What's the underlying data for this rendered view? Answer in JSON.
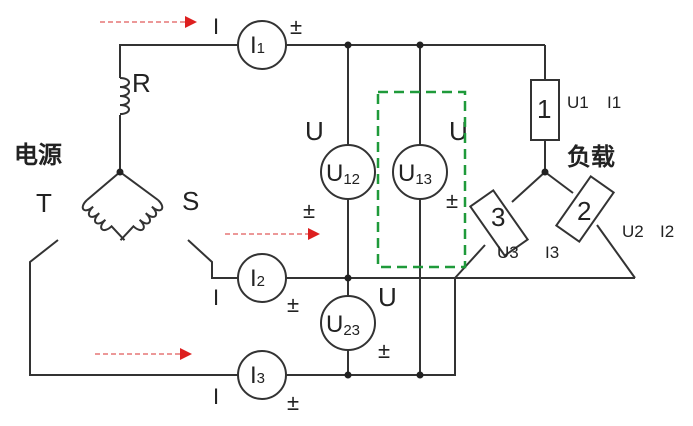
{
  "source": {
    "title": "电源",
    "phases": [
      "R",
      "S",
      "T"
    ]
  },
  "load": {
    "title": "负载",
    "elements": [
      {
        "number": "1",
        "label_u": "U1",
        "label_i": "I1"
      },
      {
        "number": "2",
        "label_u": "U2",
        "label_i": "I2"
      },
      {
        "number": "3",
        "label_u": "U3",
        "label_i": "I3"
      }
    ]
  },
  "ammeters": [
    {
      "name": "I",
      "sub": "1",
      "tag": "I",
      "pm": "±"
    },
    {
      "name": "I",
      "sub": "2",
      "tag": "I",
      "pm": "±"
    },
    {
      "name": "I",
      "sub": "3",
      "tag": "I",
      "pm": "±"
    }
  ],
  "voltmeters": [
    {
      "name": "U",
      "sub": "12",
      "tag": "U",
      "pm": "±"
    },
    {
      "name": "U",
      "sub": "13",
      "tag": "U",
      "pm": "±"
    },
    {
      "name": "U",
      "sub": "23",
      "tag": "U",
      "pm": "±"
    }
  ],
  "colors": {
    "wire": "#333333",
    "arrow": "#dd1f1f",
    "highlight_box": "#1f9a3a"
  }
}
